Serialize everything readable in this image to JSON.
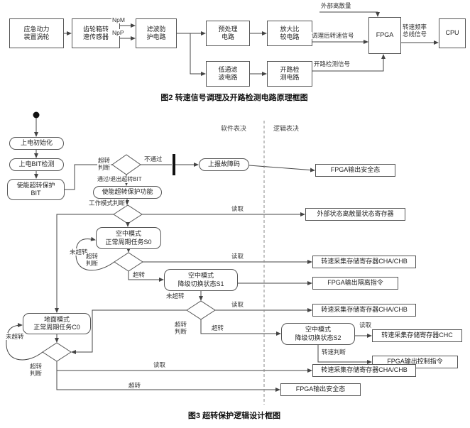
{
  "theme": {
    "background": "#ffffff",
    "ink": "#333333",
    "line": "#444444"
  },
  "figure2": {
    "caption": "图2  转速信号调理及开路检测电路原理框图",
    "boxes": {
      "turbine": "应急动力\n装置涡轮",
      "gearbox_sensor": "齿轮箱转\n速传感器",
      "filter_protect": "滤波防\n护电路",
      "preprocess": "预处理\n电路",
      "amplify_compare": "放大比\n较电路",
      "lowpass_filter": "低通滤\n波电路",
      "open_circuit_detect": "开路检\n测电路",
      "fpga": "FPGA",
      "cpu": "CPU"
    },
    "labels": {
      "npm": "NpM",
      "npp": "NpP",
      "external_discrete": "外部离散量",
      "conditioned_speed_signal": "调理后转速信号",
      "open_detect_signal": "开路检测信号",
      "speed_freq_bus_signal": "转速频率\n总线信号"
    }
  },
  "figure3": {
    "caption": "图3  超转保护逻辑设计框图",
    "lanes": {
      "software": "软件表决",
      "logic": "逻辑表决"
    },
    "nodes": {
      "power_on_init": "上电初始化",
      "power_on_bit": "上电BIT检测",
      "enable_overspeed_bit": "使能超转保护\nBIT",
      "report_fault_code": "上报故障码",
      "enable_protect_func": "使能超转保护功能",
      "s0": "空中模式\n正常周期任务S0",
      "s1": "空中模式\n降级切换状态S1",
      "s2": "空中模式\n降级切换状态S2",
      "c0": "地面模式\n正常周期任务C0"
    },
    "outputs": {
      "fpga_safe_state_1": "FPGA输出安全态",
      "ext_state_register": "外部状态离散量状态寄存器",
      "cha_chb_register_1": "转速采集存储寄存器CHA/CHB",
      "fpga_isolation_cmd": "FPGA输出隔离指令",
      "cha_chb_register_2": "转速采集存储寄存器CHA/CHB",
      "chc_register": "转速采集存储寄存器CHC",
      "fpga_control_cmd": "FPGA输出控制指令",
      "cha_chb_register_3": "转速采集存储寄存器CHA/CHB",
      "fpga_safe_state_2": "FPGA输出安全态"
    },
    "labels": {
      "overspeed_judge": "超转\n判断",
      "fail": "不通过",
      "pass_exit": "通过/退出超转BIT",
      "work_mode_judge": "工作模式判断",
      "read": "读取",
      "not_overspeed": "未超转",
      "overspeed": "超转",
      "speed_judge": "转速判断"
    }
  }
}
